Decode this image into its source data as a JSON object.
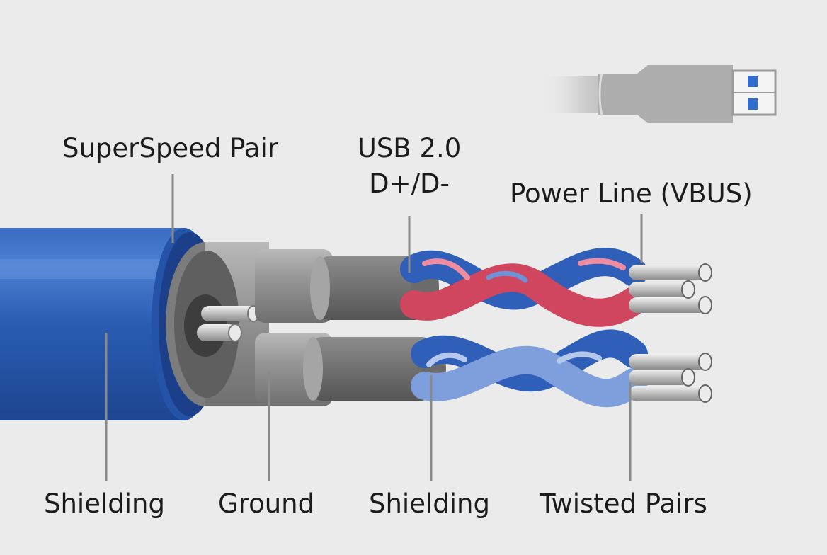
{
  "labels": {
    "superspeed_pair": "SuperSpeed Pair",
    "usb2_line1": "USB 2.0",
    "usb2_line2": "D+/D-",
    "power_line": "Power Line (VBUS)",
    "shielding_outer": "Shielding",
    "ground": "Ground",
    "shielding_inner": "Shielding",
    "twisted_pairs": "Twisted Pairs"
  },
  "colors": {
    "background": "#ebebeb",
    "jacket_blue": "#2a5bb0",
    "jacket_dark": "#1e4692",
    "foil_grey": "#8e8e8e",
    "wire_red": "#d0465f",
    "wire_blue": "#2f5fb9",
    "wire_lightblue": "#7f9fdc",
    "copper_silver": "#cfcfcf",
    "label_text": "#1b1b1b",
    "leader_line": "#8a8a8a"
  },
  "icons": [
    "usb-plug-icon"
  ]
}
